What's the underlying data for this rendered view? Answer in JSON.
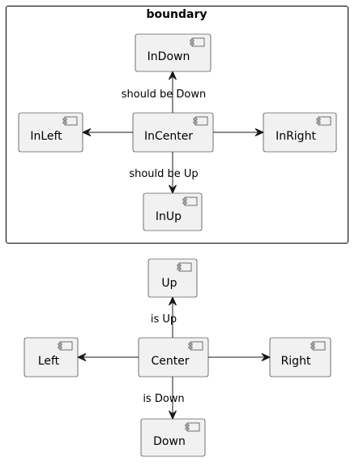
{
  "boundary": {
    "title": "boundary"
  },
  "components": {
    "in_down": "InDown",
    "in_left": "InLeft",
    "in_center": "InCenter",
    "in_right": "InRight",
    "in_up": "InUp",
    "up": "Up",
    "left": "Left",
    "center": "Center",
    "right": "Right",
    "down": "Down"
  },
  "edge_labels": {
    "should_be_down": "should be Down",
    "should_be_up": "should be Up",
    "is_up": "is Up",
    "is_down": "is Down"
  }
}
